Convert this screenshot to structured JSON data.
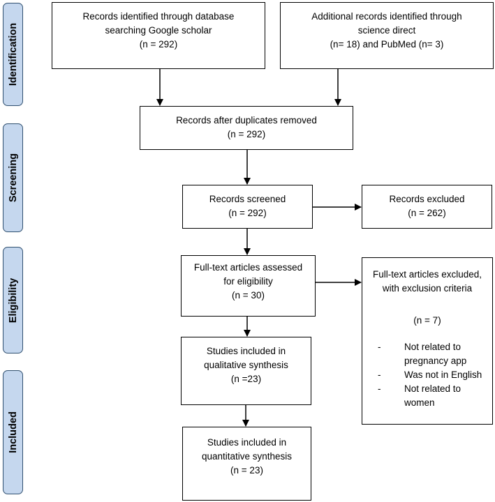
{
  "phases": {
    "identification": "Identification",
    "screening": "Screening",
    "eligibility": "Eligibility",
    "included": "Included"
  },
  "boxes": {
    "db_search": {
      "line1": "Records identified through database",
      "line2": "searching Google scholar",
      "line3": "(n = 292)"
    },
    "additional": {
      "line1": "Additional records identified through",
      "line2": "science direct",
      "line3": "(n= 18) and PubMed (n= 3)"
    },
    "duplicates": {
      "line1": "Records after duplicates removed",
      "line2": "(n = 292)"
    },
    "screened": {
      "line1": "Records screened",
      "line2": "(n = 292)"
    },
    "excluded": {
      "line1": "Records excluded",
      "line2": "(n = 262)"
    },
    "fulltext": {
      "line1": "Full-text articles assessed",
      "line2": "for eligibility",
      "line3": "(n = 30)"
    },
    "fulltext_excluded": {
      "line1": "Full-text articles excluded,",
      "line2": "with exclusion criteria",
      "n": "(n = 7)",
      "dash": "-",
      "criteria": [
        {
          "line1": "Not related to",
          "line2": "pregnancy app"
        },
        {
          "line1": "Was not in English",
          "line2": ""
        },
        {
          "line1": "Not related to",
          "line2": "women"
        }
      ]
    },
    "qualitative": {
      "line1": "Studies included in",
      "line2": "qualitative synthesis",
      "line3": "(n =23)"
    },
    "quantitative": {
      "line1": "Studies included in",
      "line2": "quantitative synthesis",
      "line3": "(n = 23)"
    }
  }
}
